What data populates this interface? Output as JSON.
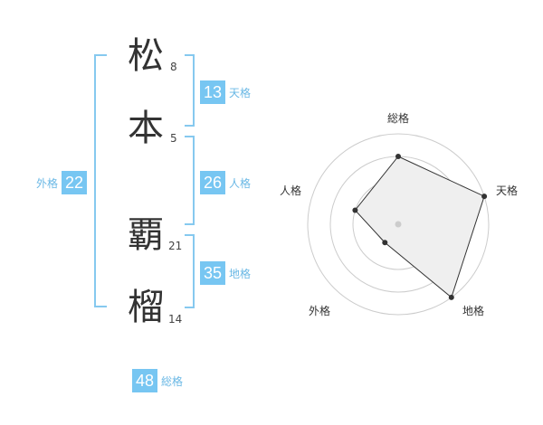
{
  "name": {
    "chars": [
      {
        "char": "松",
        "strokes": "8"
      },
      {
        "char": "本",
        "strokes": "5"
      },
      {
        "char": "覇",
        "strokes": "21"
      },
      {
        "char": "榴",
        "strokes": "14"
      }
    ]
  },
  "kakusu": {
    "tenkaku": {
      "value": "13",
      "label": "天格"
    },
    "jinkaku": {
      "value": "26",
      "label": "人格"
    },
    "chikaku": {
      "value": "35",
      "label": "地格"
    },
    "gaikaku": {
      "value": "22",
      "label": "外格"
    },
    "soukaku": {
      "value": "48",
      "label": "総格"
    }
  },
  "radar": {
    "labels": {
      "soukaku": "総格",
      "tenkaku": "天格",
      "chikaku": "地格",
      "gaikaku": "外格",
      "jinkaku": "人格"
    },
    "scores": {
      "soukaku": 0.75,
      "tenkaku": 1.0,
      "chikaku": 1.0,
      "gaikaku": 0.25,
      "jinkaku": 0.5
    },
    "rings": 4,
    "colors": {
      "ring": "#cccccc",
      "fill": "#efefef",
      "stroke": "#333333",
      "point": "#333333",
      "center": "#cccccc"
    }
  },
  "colors": {
    "accent": "#77c6f2",
    "bracket": "#86c9ef",
    "label": "#6ab8e5",
    "text": "#333333"
  }
}
